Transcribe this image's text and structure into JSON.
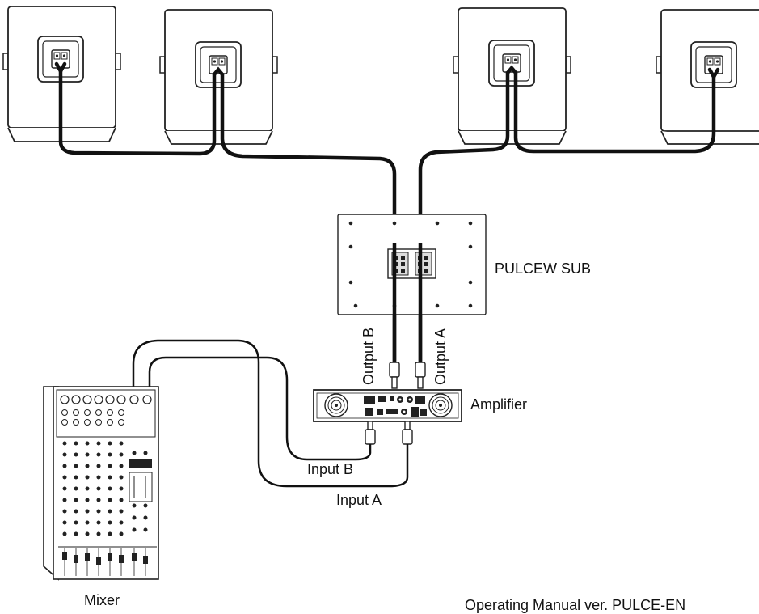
{
  "labels": {
    "sub": "PULCEW SUB",
    "amplifier": "Amplifier",
    "mixer": "Mixer",
    "output_b": "Output B",
    "output_a": "Output A",
    "input_b": "Input B",
    "input_a": "Input A"
  },
  "footer": {
    "text": "Operating Manual ver. PULCE-EN"
  },
  "components": {
    "speakers_count": 4,
    "mixer_channels": 8
  }
}
